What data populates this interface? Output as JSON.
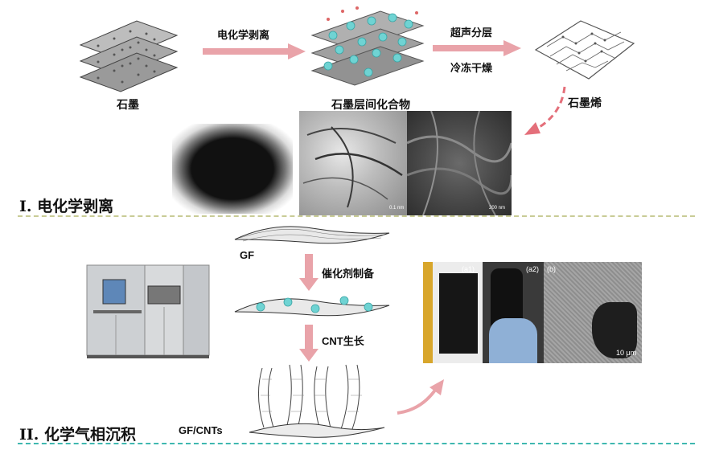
{
  "top": {
    "graphite_label": "石墨",
    "intercalation_label": "石墨层间化合物",
    "graphene_label": "石墨烯",
    "step1_label": "电化学剥离",
    "step2_line1": "超声分层",
    "step2_line2": "冷冻干燥",
    "tem_scale": "0.1 nm",
    "sem_scale": "200 nm"
  },
  "sections": {
    "section1_title": "I. 电化学剥离",
    "section2_title": "II. 化学气相沉积"
  },
  "bottom": {
    "gf_label": "GF",
    "step_catalyst": "催化剂制备",
    "step_cnt": "CNT生长",
    "gfcnt_label": "GF/CNTs",
    "panel_a1": "(a1)",
    "panel_a2": "(a2)",
    "panel_b": "(b)",
    "panel_b_scale": "10 μm"
  },
  "colors": {
    "arrow_pink": "#e9a3a9",
    "arrow_dashed": "#e46f7a",
    "divider_top": "#c9cc96",
    "divider_bottom": "#3fb8b0",
    "particle": "#6fd3d3"
  }
}
